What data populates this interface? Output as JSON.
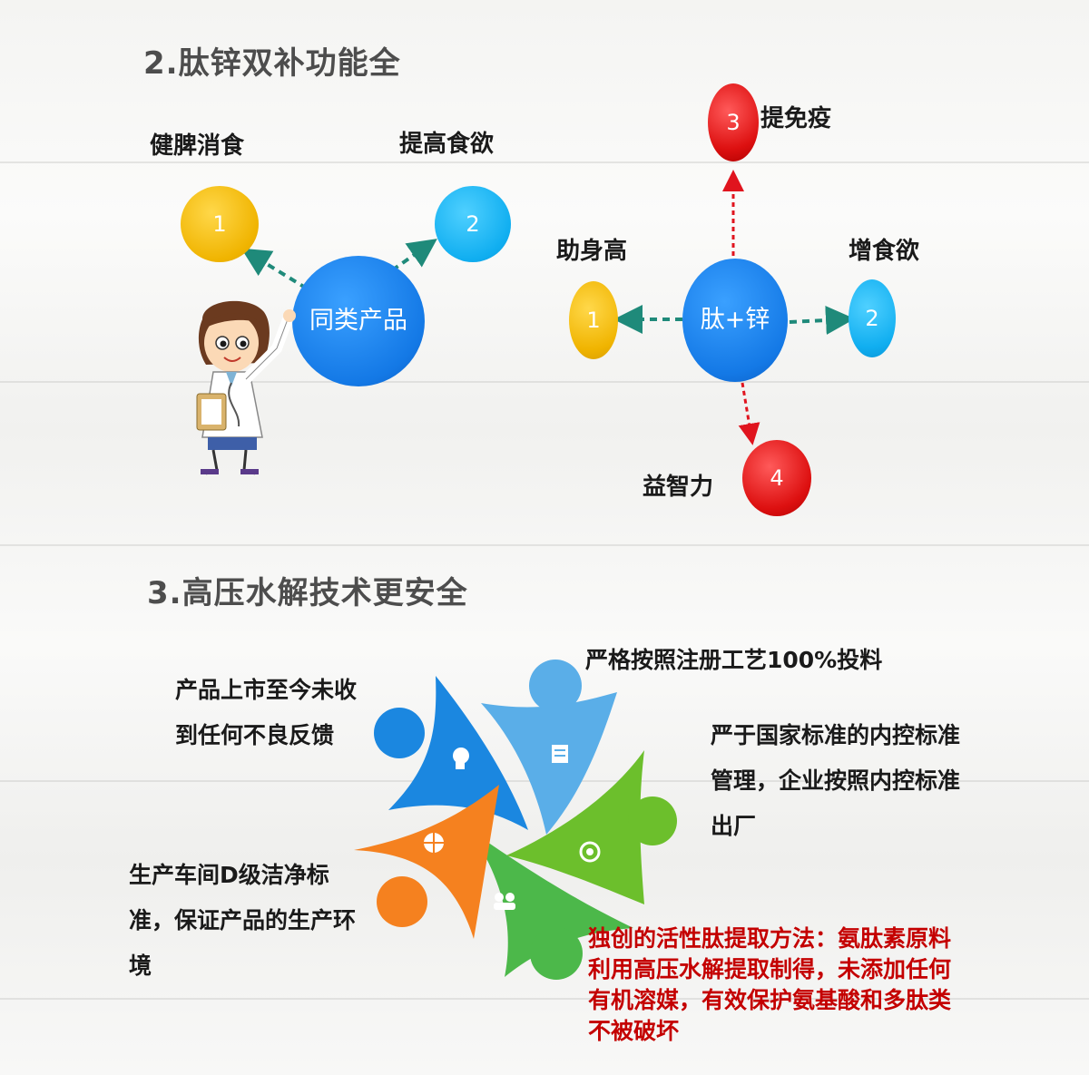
{
  "section2": {
    "heading": "2.肽锌双补功能全",
    "left": {
      "center": "同类产品",
      "node1": {
        "num": "1",
        "label": "健脾消食"
      },
      "node2": {
        "num": "2",
        "label": "提高食欲"
      }
    },
    "right": {
      "center": "肽+锌",
      "node1": {
        "num": "1",
        "label": "助身高"
      },
      "node2": {
        "num": "2",
        "label": "增食欲"
      },
      "node3": {
        "num": "3",
        "label": "提免疫"
      },
      "node4": {
        "num": "4",
        "label": "益智力"
      }
    }
  },
  "section3": {
    "heading": "3.高压水解技术更安全",
    "items": [
      {
        "text": "产品上市至今未收到任何不良反馈",
        "color": "#1b87e0",
        "icon": "head-icon"
      },
      {
        "text": "严格按照注册工艺100%投料",
        "color": "#5aaee8",
        "icon": "document-icon"
      },
      {
        "text": "严于国家标准的内控标准管理，企业按照内控标准出厂",
        "color": "#6cbf2c",
        "icon": "target-icon"
      },
      {
        "text": "独创的活性肽提取方法：氨肽素原料利用高压水解提取制得，未添加任何有机溶媒，有效保护氨基酸和多肽类不被破坏",
        "color": "#4cb84a",
        "icon": "people-icon"
      },
      {
        "text": "生产车间D级洁净标准，保证产品的生产环境",
        "color": "#f5811f",
        "icon": "grid-icon"
      }
    ]
  },
  "colors": {
    "arrow_green": "#1f8a7a",
    "arrow_red": "#e0141e"
  }
}
